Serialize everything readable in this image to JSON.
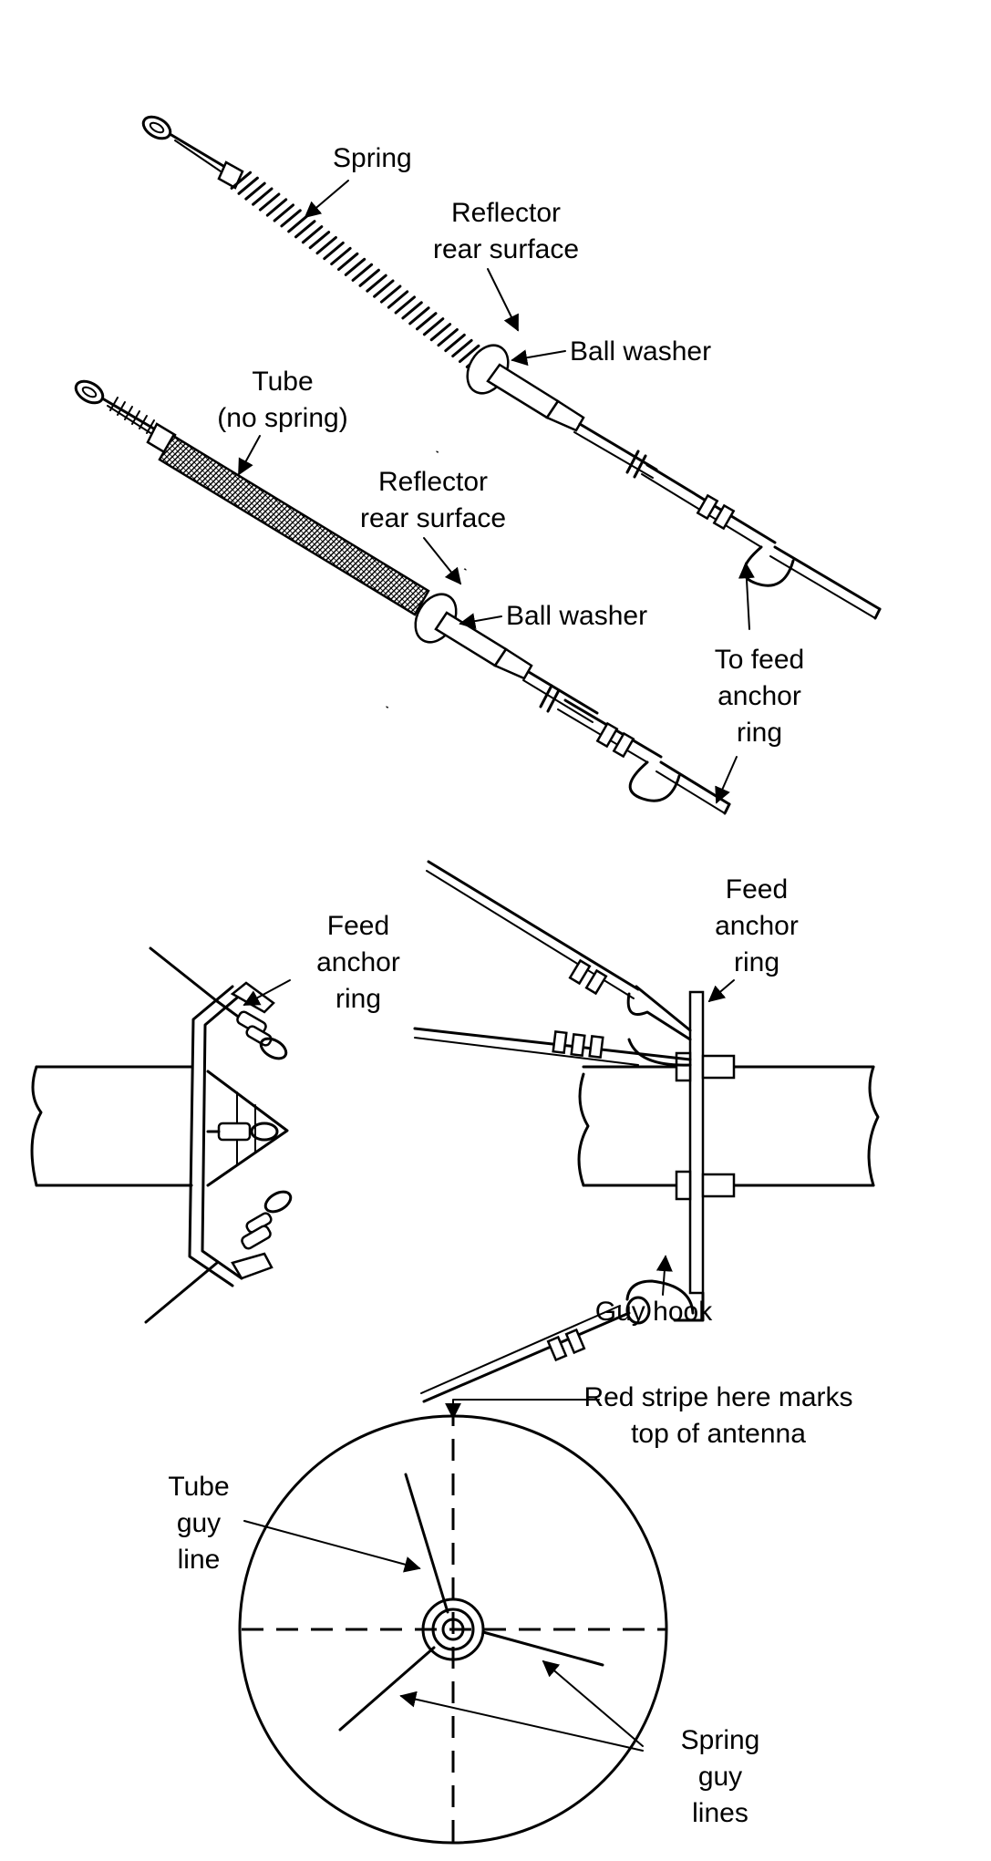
{
  "figure": {
    "assembly_spring": {
      "spring_label": "Spring",
      "reflector_label": [
        "Reflector",
        "rear surface"
      ],
      "ball_washer_label": "Ball washer"
    },
    "assembly_tube": {
      "tube_label": [
        "Tube",
        "(no spring)"
      ],
      "reflector_label": [
        "Reflector",
        "rear surface"
      ],
      "ball_washer_label": "Ball washer",
      "to_feed_label": [
        "To feed",
        "anchor",
        "ring"
      ]
    },
    "feed_side_view": {
      "anchor_label": [
        "Feed",
        "anchor",
        "ring"
      ]
    },
    "feed_top_view": {
      "anchor_label": [
        "Feed",
        "anchor",
        "ring"
      ],
      "guy_hook_label": "Guy hook"
    },
    "reflector_face": {
      "red_stripe_label": [
        "Red stripe here marks",
        "top of antenna"
      ],
      "tube_guy_label": [
        "Tube",
        "guy",
        "line"
      ],
      "spring_guy_label": [
        "Spring",
        "guy",
        "lines"
      ]
    }
  }
}
